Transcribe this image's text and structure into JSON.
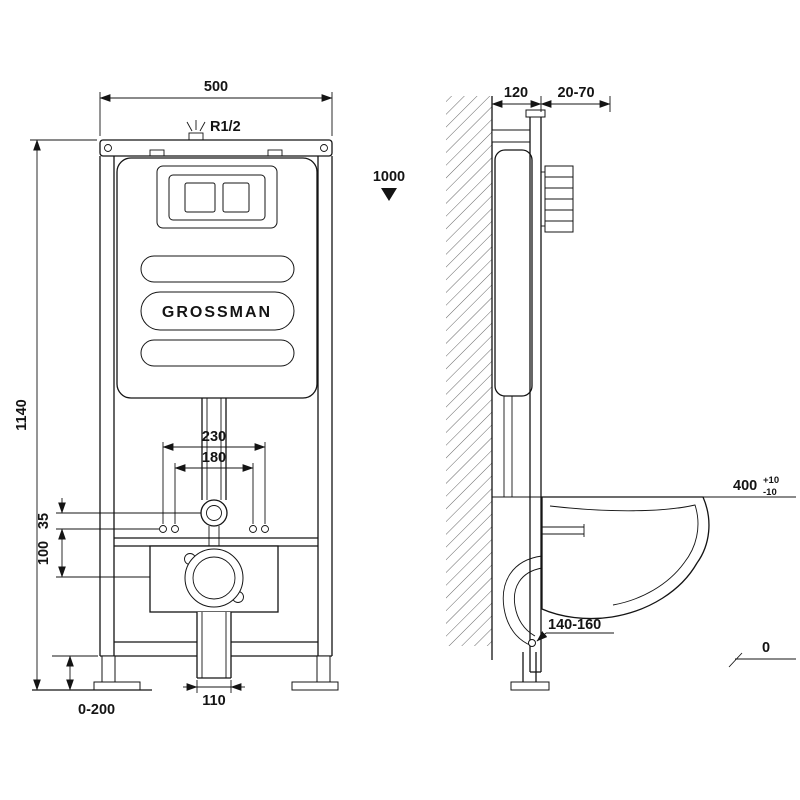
{
  "brand": {
    "logo": "GROSSMAN"
  },
  "colors": {
    "line": "#141414",
    "background": "#ffffff"
  },
  "front_view": {
    "dim_width": "500",
    "dim_height": "1140",
    "inlet_label": "R1/2",
    "flush_height_label": "1000",
    "dim_fixing_outer": "230",
    "dim_fixing_inner": "180",
    "dim_offset_35": "35",
    "dim_offset_100": "100",
    "dim_outlet": "110",
    "feet_range": "0-200"
  },
  "side_view": {
    "dim_depth": "120",
    "dim_wall_offset": "20-70",
    "dim_rim_height": "400",
    "rim_tol_plus": "+10",
    "rim_tol_minus": "-10",
    "dim_outlet_height": "140-160",
    "floor_level": "0"
  }
}
